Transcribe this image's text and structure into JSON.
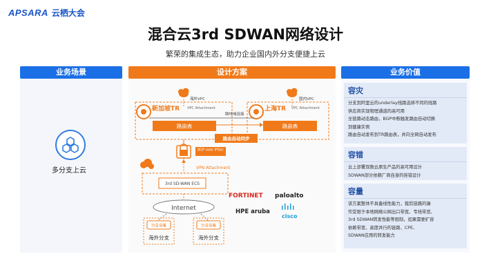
{
  "header": {
    "logo_text": "APSARA",
    "logo_sub": "云栖大会",
    "title": "混合云3rd SDWAN网络设计",
    "subtitle": "繁荣的集成生态，助力企业国内外分支便捷上云"
  },
  "columns": {
    "scenario": {
      "head": "业务场景",
      "label": "多分支上云"
    },
    "design": {
      "head": "设计方案",
      "vpc_left": "海外VPC",
      "vpc_right": "国内VPC",
      "tr_left": "新加坡TR",
      "tr_right": "上海TR",
      "vpc_attach_left": "VPC Attachment",
      "vpc_attach_right": "VPC Attachment",
      "route_table_left": "路由表",
      "route_table_right": "路由表",
      "peer_attach": "跨地域连接",
      "route_sync": "路由自动同步",
      "bgp_label": "BGP over IPSec",
      "vpn_attach": "VPN Attachment",
      "ecs_label": "3rd SD-WAN ECS",
      "internet": "Internet",
      "device_left": "分支设备",
      "device_right": "分支设备",
      "branch_left": "海外分支",
      "branch_right": "海外分支",
      "vendors": [
        "FORTINET",
        "paloalto",
        "HPE aruba",
        "cisco"
      ]
    },
    "value": {
      "head": "业务价值",
      "cards": [
        {
          "title": "容灾",
          "lines": [
            "分支到阿里云的underlay线路选择不同的线路",
            "供应商实现物理通道的高可用",
            "全链路动态路由，BGP中断触发路由自动切换",
            "到健康实例",
            "路由自动发布到TR路由表，并向全网自动发布"
          ]
        },
        {
          "title": "容错",
          "lines": [
            "云上部署双数云原生产品的高可用设计",
            "SDWAN部分依赖厂商自身的容错设计"
          ]
        },
        {
          "title": "容量",
          "lines": [
            "该方案整体不具备线性能力，裁剪链路的操",
            "作受限于本地网络公网出口带宽、专线带宽、",
            "3rd SDWAN转发性能等限制，如果需要扩容",
            "依赖带宽、高度并行的链路、CPE、",
            "SDWAN应用的转发能力"
          ]
        }
      ]
    }
  },
  "colors": {
    "blue": "#1a6fe6",
    "orange": "#f07a1a",
    "card_bg": "#e3eaf7"
  }
}
